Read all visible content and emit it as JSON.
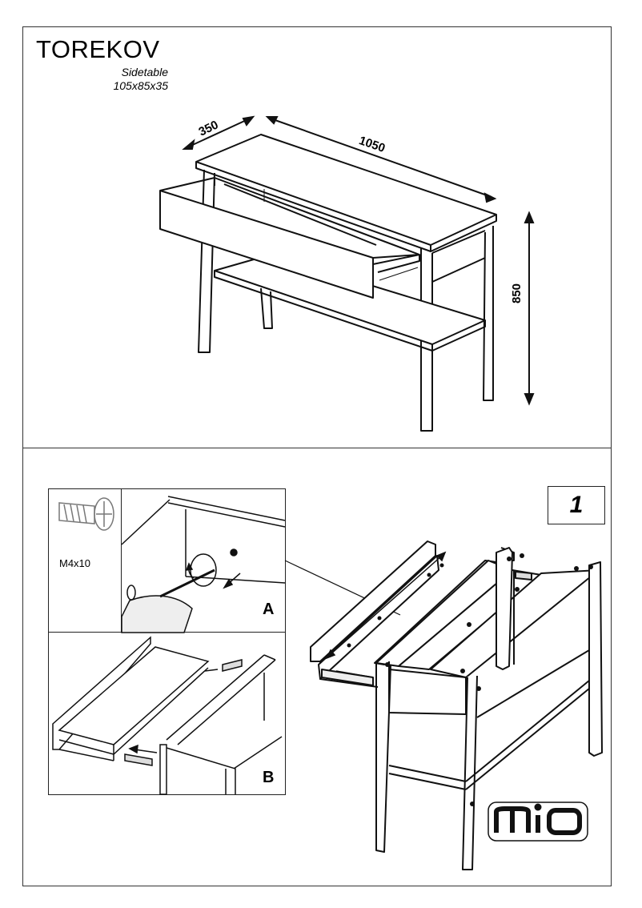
{
  "header": {
    "title": "TOREKOV",
    "subtitle": "Sidetable",
    "size": "105x85x35"
  },
  "dimensions": {
    "depth": "350",
    "width": "1050",
    "height": "850"
  },
  "insets": {
    "screw_label": "M4x10",
    "label_a": "A",
    "label_b": "B"
  },
  "step": {
    "number": "1"
  },
  "brand": {
    "logo_text": "MIO"
  }
}
